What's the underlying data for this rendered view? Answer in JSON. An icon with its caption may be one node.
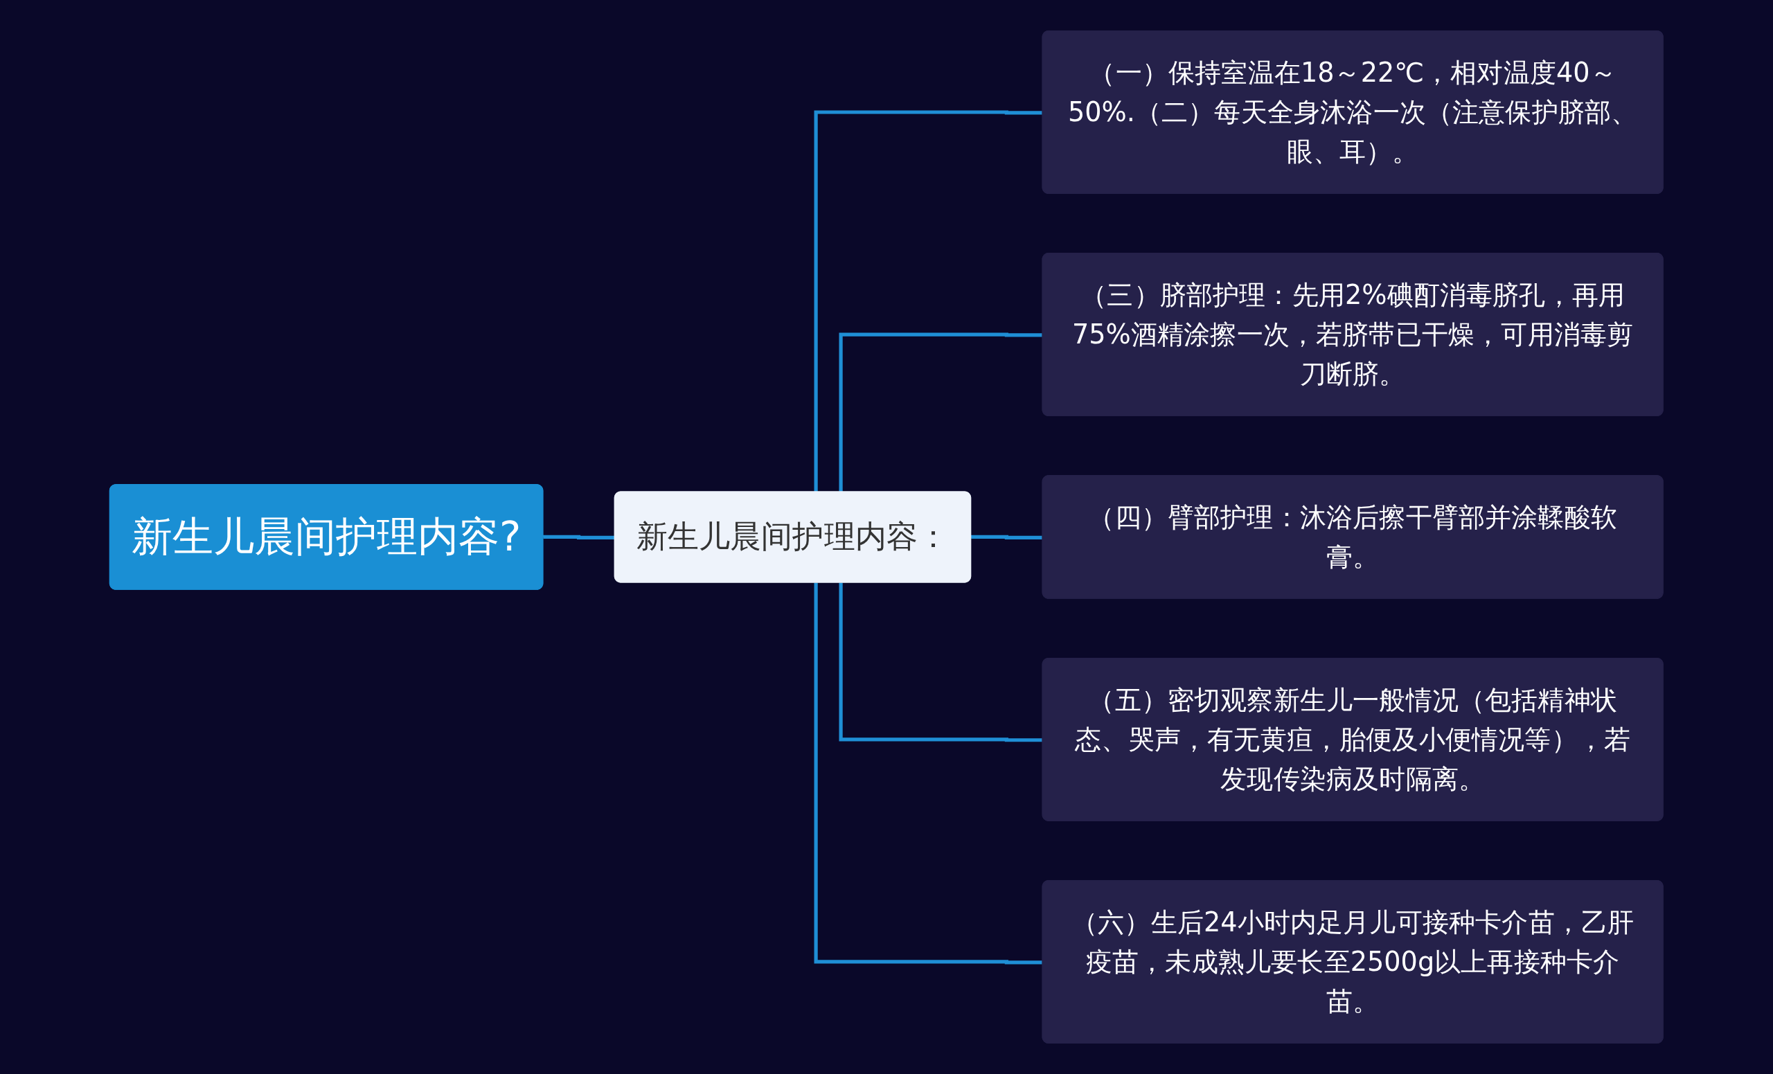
{
  "diagram": {
    "nodes": [
      {
        "text": [
          "新生儿晨间护理内容?"
        ]
      },
      {
        "text": [
          "新生儿晨间护理内容："
        ]
      },
      {
        "text": [
          "（一）保持室温在18～22℃，相对温度40～50%.（二）每天全身沐浴一次（注意保护脐部、眼、耳）。"
        ]
      },
      {
        "text": [
          "（三）脐部护理：先用2%碘酊消毒脐孔，再用75%酒精涂擦一次，若脐带已干燥，可用消毒剪刀断脐。"
        ]
      },
      {
        "text": [
          "（四）臂部护理：沐浴后擦干臂部并涂鞣酸软膏。"
        ]
      },
      {
        "text": [
          "（五）密切观察新生儿一般情况（包括精神状态、哭声，有无黄疸，胎便及小便情况等），若发现传染病及时隔离。"
        ]
      },
      {
        "text": [
          "（六）生后24小时内足月儿可接种卡介苗，乙肝疫苗，未成熟儿要长至2500g以上再接种卡介苗。"
        ]
      }
    ],
    "edges": [
      {
        "from": 0,
        "to": 1,
        "arrow": "none"
      },
      {
        "from": 1,
        "to": 2,
        "arrow": "none"
      },
      {
        "from": 1,
        "to": 3,
        "arrow": "none"
      },
      {
        "from": 1,
        "to": 4,
        "arrow": "none"
      },
      {
        "from": 1,
        "to": 5,
        "arrow": "none"
      },
      {
        "from": 1,
        "to": 6,
        "arrow": "none"
      }
    ]
  }
}
